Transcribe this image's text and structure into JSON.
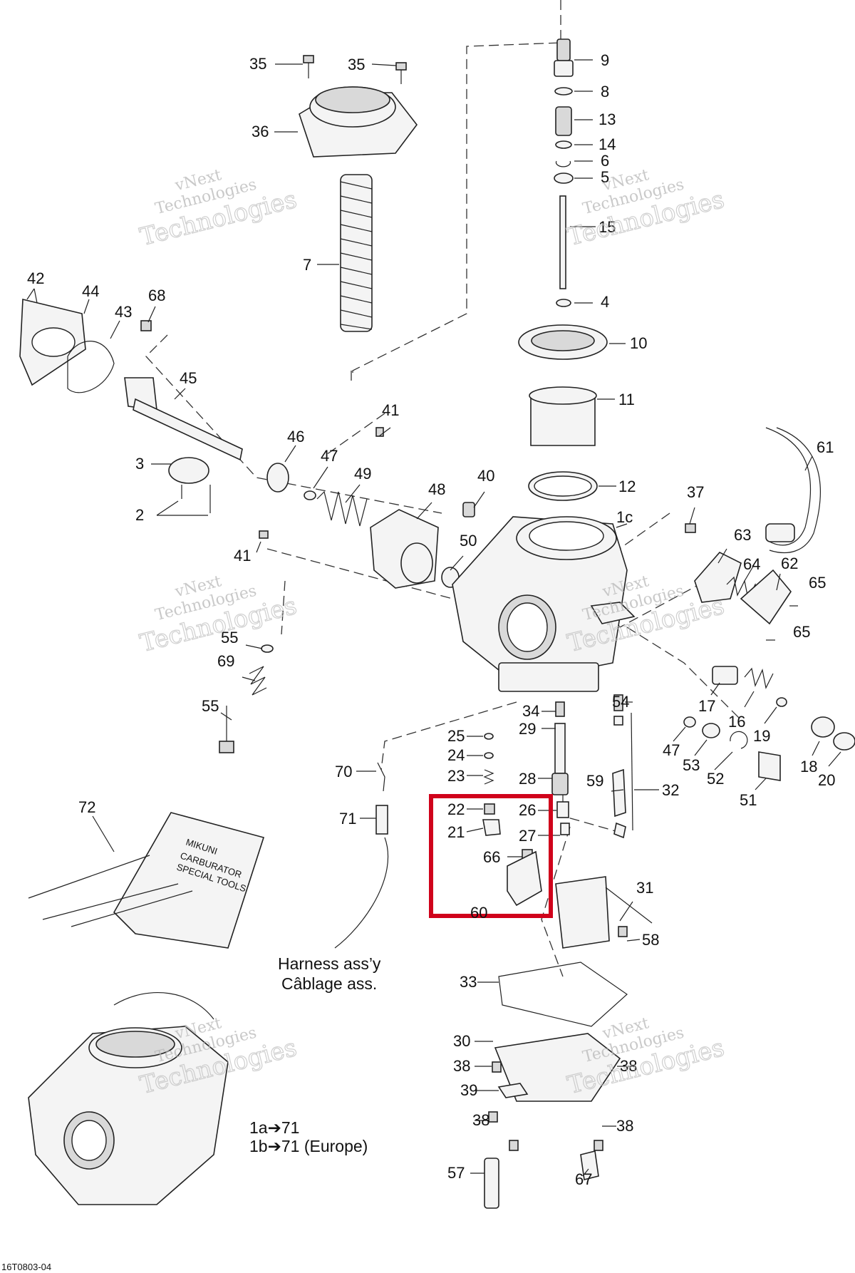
{
  "diagram": {
    "drawing_code": "16T0803-04",
    "labels": [
      "35",
      "35",
      "36",
      "7",
      "9",
      "8",
      "13",
      "14",
      "6",
      "5",
      "15",
      "4",
      "10",
      "11",
      "12",
      "1c",
      "42",
      "44",
      "43",
      "68",
      "45",
      "3",
      "2",
      "46",
      "47",
      "49",
      "41",
      "41",
      "48",
      "40",
      "50",
      "37",
      "61",
      "63",
      "64",
      "62",
      "65",
      "65",
      "55",
      "69",
      "55",
      "34",
      "29",
      "54",
      "25",
      "24",
      "23",
      "22",
      "21",
      "28",
      "26",
      "27",
      "66",
      "60",
      "59",
      "32",
      "17",
      "16",
      "19",
      "18",
      "20",
      "47",
      "53",
      "52",
      "51",
      "70",
      "71",
      "72",
      "31",
      "58",
      "33",
      "30",
      "38",
      "38",
      "39",
      "38",
      "38",
      "57",
      "67"
    ],
    "watermark_line1": "vNext",
    "watermark_line2": "Technologies",
    "watermark_line3": "Technologies",
    "harness_line1": "Harness ass’y",
    "harness_line2": "Câblage ass.",
    "assembly_line1": "1a➔71",
    "assembly_line2": "1b➔71 (Europe)",
    "tool_line1": "MIKUNI",
    "tool_line2": "CARBURATOR",
    "tool_line3": "SPECIAL TOOLS",
    "highlight_color": "#d0021b"
  }
}
